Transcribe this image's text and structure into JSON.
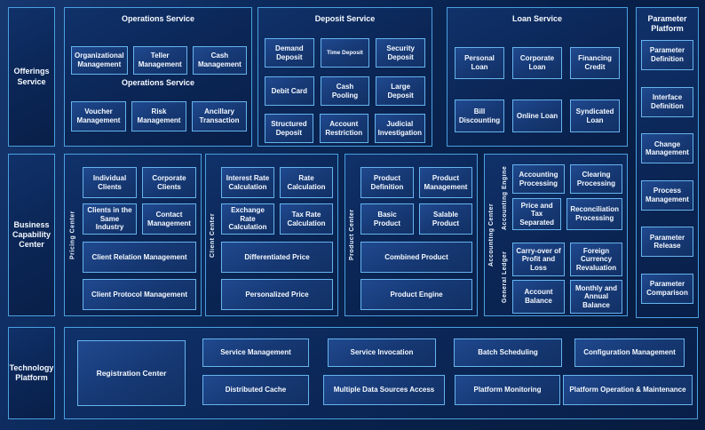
{
  "colors": {
    "background": "#08214b",
    "panel_border": "#4aa0e0",
    "block_border": "#66b4ee",
    "block_fill": "#163873",
    "text": "#f6faff"
  },
  "rails": [
    "Offerings Service",
    "Business Capability Center",
    "Technology Platform"
  ],
  "operations": {
    "title": "Operations Service",
    "subtitle": "Operations Service",
    "row1": [
      "Organizational Management",
      "Teller Management",
      "Cash Management"
    ],
    "row2": [
      "Voucher Management",
      "Risk Management",
      "Ancillary Transaction"
    ]
  },
  "deposit": {
    "title": "Deposit Service",
    "rows": [
      [
        "Demand Deposit",
        "Time Deposit",
        "Security Deposit"
      ],
      [
        "Debit Card",
        "Cash Pooling",
        "Large Deposit"
      ],
      [
        "Structured Deposit",
        "Account Restriction",
        "Judicial Investigation"
      ]
    ]
  },
  "loan": {
    "title": "Loan Service",
    "rows": [
      [
        "Personal Loan",
        "Corporate Loan",
        "Financing Credit"
      ],
      [
        "Bill Discounting",
        "Online Loan",
        "Syndicated Loan"
      ]
    ]
  },
  "parameter": {
    "title": "Parameter Platform",
    "items": [
      "Parameter Definition",
      "Interface Definition",
      "Change Management",
      "Process Management",
      "Parameter Release",
      "Parameter Comparison"
    ]
  },
  "pricing": {
    "vertical_label": "Pricing Center",
    "grid": [
      "Individual Clients",
      "Corporate Clients",
      "Clients in the Same Industry",
      "Contact Management"
    ],
    "wide": [
      "Client Relation Management",
      "Client Protocol Management"
    ]
  },
  "client_center": {
    "vertical_label": "Client Center",
    "grid": [
      "Interest Rate Calculation",
      "Rate Calculation",
      "Exchange Rate Calculation",
      "Tax Rate Calculation"
    ],
    "wide": [
      "Differentiated Price",
      "Personalized Price"
    ]
  },
  "product_center": {
    "vertical_label": "Product Center",
    "grid": [
      "Product Definition",
      "Product Management",
      "Basic Product",
      "Salable Product"
    ],
    "wide": [
      "Combined Product",
      "Product Engine"
    ]
  },
  "accounting": {
    "vertical_label": "Accounting Center",
    "engine": {
      "vertical_label": "Accounting Engine",
      "items": [
        "Accounting Processing",
        "Clearing Processing",
        "Price and Tax Separated",
        "Reconciliation Processing"
      ]
    },
    "ledger": {
      "vertical_label": "General Ledger",
      "items": [
        "Carry-over of Profit and Loss",
        "Foreign Currency Revaluation",
        "Account Balance",
        "Monthly and Annual Balance"
      ]
    }
  },
  "technology": {
    "registration": "Registration Center",
    "rows": [
      [
        "Service Management",
        "Service Invocation",
        "Batch Scheduling",
        "Configuration Management"
      ],
      [
        "Distributed Cache",
        "Multiple Data Sources Access",
        "Platform Monitoring",
        "Platform Operation & Maintenance"
      ]
    ]
  }
}
